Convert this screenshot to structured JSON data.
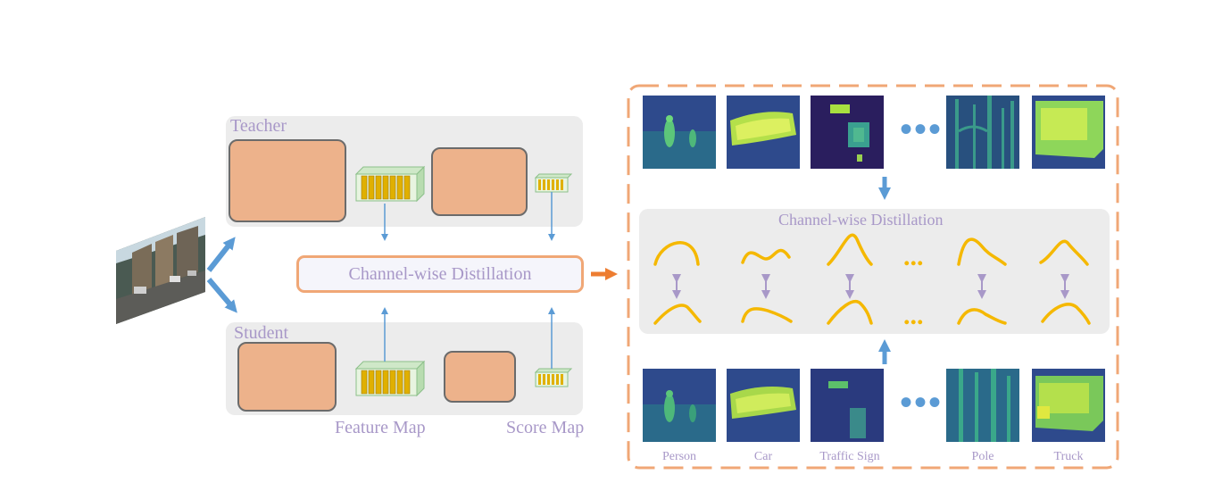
{
  "teacher_label": "Teacher",
  "student_label": "Student",
  "left_distill_label": "Channel-wise Distillation",
  "right_distill_label": "Channel-wise Distillation",
  "feature_map_label": "Feature Map",
  "score_map_label": "Score Map",
  "class_captions": [
    "Person",
    "Car",
    "Traffic Sign",
    "Pole",
    "Truck"
  ],
  "colors": {
    "block_fill": "#edb28b",
    "panel": "#ececec",
    "label_text": "#a898c8",
    "arrow_blue": "#5b9bd5",
    "arrow_orange": "#ed7d31",
    "curve": "#f5b800",
    "pair_arrow": "#a898c8",
    "dashed_border": "#f0a776"
  },
  "icons": [
    "input-image",
    "feature-map-tensor-icon",
    "score-map-tensor-icon",
    "heatmap",
    "distribution-curve",
    "double-arrow-icon"
  ]
}
